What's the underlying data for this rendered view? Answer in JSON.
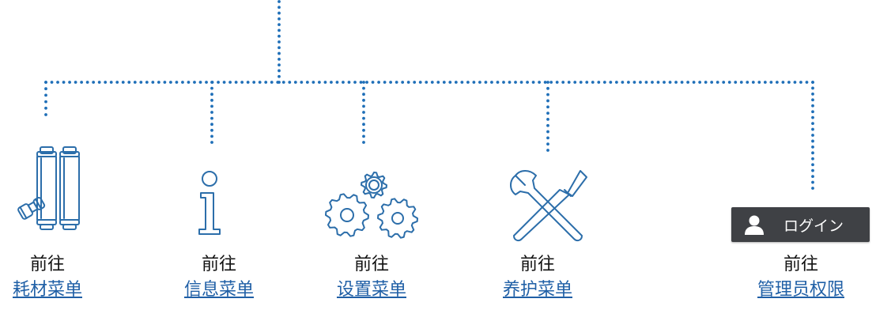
{
  "colors": {
    "line": "#1f6fb8",
    "icon": "#2c6eaa",
    "link": "#1f5fa6",
    "button_bg": "#3f4145"
  },
  "nodes": [
    {
      "icon": "filter-cartridge-icon",
      "goto": "前往",
      "link": "耗材菜单"
    },
    {
      "icon": "info-icon",
      "goto": "前往",
      "link": "信息菜单"
    },
    {
      "icon": "gears-icon",
      "goto": "前往",
      "link": "设置菜单"
    },
    {
      "icon": "tools-icon",
      "goto": "前往",
      "link": "养护菜单"
    },
    {
      "icon": "user-icon",
      "goto": "前往",
      "link": "管理员权限"
    }
  ],
  "login_button": {
    "label": "ログイン",
    "icon": "user-icon"
  }
}
